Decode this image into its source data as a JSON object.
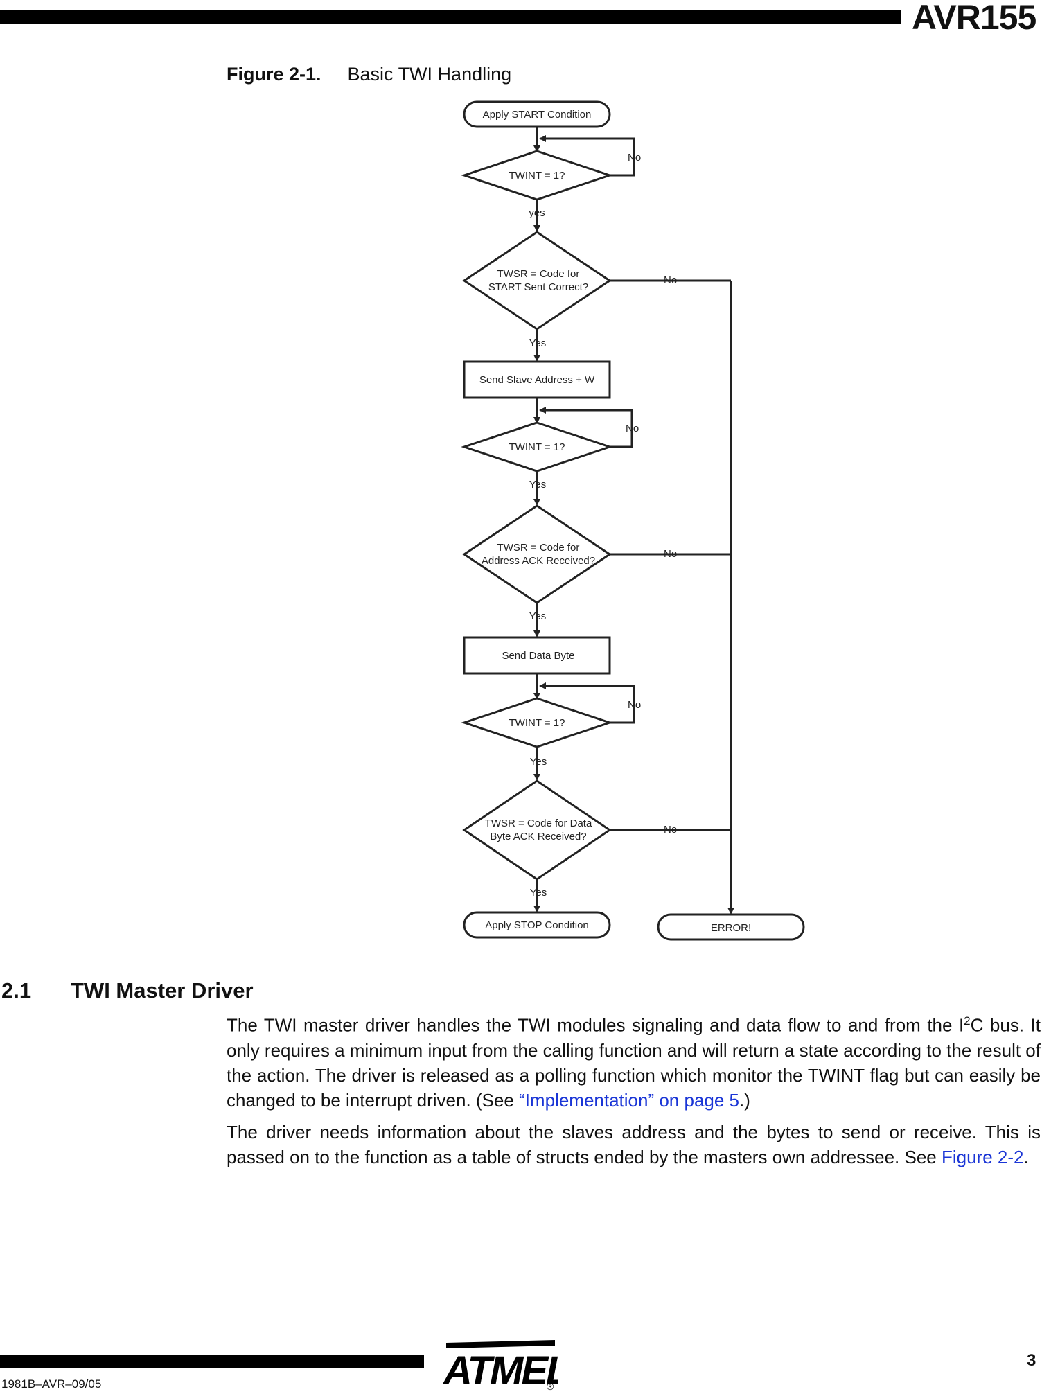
{
  "header": {
    "doc_id": "AVR155"
  },
  "figure": {
    "number": "Figure 2-1.",
    "title": "Basic TWI Handling",
    "nodes": {
      "start": "Apply START Condition",
      "twint1": "TWINT = 1?",
      "check_start_l1": "TWSR = Code for",
      "check_start_l2": "START Sent Correct?",
      "send_addr": "Send Slave Address + W",
      "twint2": "TWINT = 1?",
      "check_addr_l1": "TWSR = Code for",
      "check_addr_l2": "Address ACK Received?",
      "send_data": "Send Data Byte",
      "twint3": "TWINT = 1?",
      "check_data_l1": "TWSR = Code for Data",
      "check_data_l2": "Byte ACK Received?",
      "stop": "Apply STOP Condition",
      "error": "ERROR!"
    },
    "edges": {
      "no": "No",
      "yes_lower": "yes",
      "yes": "Yes"
    }
  },
  "section": {
    "number": "2.1",
    "title": "TWI Master Driver",
    "p1_text1": "The TWI master driver handles the TWI modules signaling and data flow to and from the I",
    "p1_sup": "2",
    "p1_text2": "C bus. It only requires a minimum input from the calling function and will return a state according to the result of the action. The driver is released as a polling function which monitor the TWINT flag but can easily be changed to be interrupt driven. (See ",
    "p1_link": "“Implementation” on page 5",
    "p1_end": ".)",
    "p2_text": "The driver needs information about the slaves address and the bytes to send or receive. This is passed on to the function as a table of structs ended by the masters own addressee. See ",
    "p2_link": "Figure 2-2",
    "p2_end": "."
  },
  "footer": {
    "code": "1981B–AVR–09/05",
    "page": "3",
    "logo_text": "ATMEL",
    "registered": "®"
  }
}
